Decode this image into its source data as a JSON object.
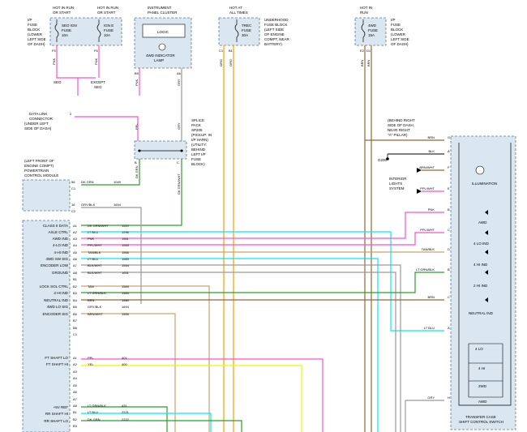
{
  "colors": {
    "pink": "#ff4fd0",
    "cyan": "#00e8ff",
    "orange": "#ff9a00",
    "tan": "#c9a36a",
    "brown": "#996633",
    "green": "#2aa02a",
    "yellow": "#f2f200",
    "gray": "#9a9a9a",
    "blue": "#2e6be6",
    "black": "#000000",
    "box_fill": "#dbe7f0",
    "box_stroke": "#5a7890"
  },
  "labels": {
    "hot_run_start_1": [
      "HOT IN RUN",
      "OR START"
    ],
    "hot_run_start_2": [
      "HOT IN RUN",
      "OR START"
    ],
    "instrument_cluster": [
      "INSTRUMENT",
      "PANEL CLUSTER"
    ],
    "hot_all_times": [
      "HOT AT",
      "ALL TIMES"
    ],
    "underhood_block": [
      "UNDERHOOD",
      "FUSE BLOCK",
      "(LEFT SIDE",
      "OF ENGINE",
      "COMPT, NEAR",
      "BATTERY)"
    ],
    "hot_in_run": [
      "HOT IN",
      "RUN"
    ],
    "ip_fuse_block_1": [
      "I/P",
      "FUSE",
      "BLOCK",
      "(LOWER",
      "LEFT SIDE",
      "OF DASH)"
    ],
    "ip_fuse_block_2": [
      "I/P",
      "FUSE",
      "BLOCK",
      "(LOWER",
      "LEFT SIDE",
      "OF DASH)"
    ],
    "seo_ign_fuse": [
      "SEO IGN",
      "FUSE",
      "10A"
    ],
    "ign_e_fuse": [
      "IGN E",
      "FUSE",
      "10A"
    ],
    "logic": "LOGIC",
    "indicator_lamp": [
      "4WD INDICATOR",
      "LAMP"
    ],
    "trec_fuse": [
      "TREC",
      "FUSE",
      "30A"
    ],
    "fourwd_fuse": [
      "4WD",
      "FUSE",
      "15A"
    ],
    "seo": "SEO",
    "except_seo": [
      "EXCEPT",
      "SEO"
    ],
    "dlc": [
      "DATA LINK",
      "CONNECTOR",
      "(UNDER LEFT",
      "SIDE OF DASH)"
    ],
    "splice_pack": [
      "SPLICE",
      "PACK",
      "SP205",
      "(PICKUP: IN",
      "I/P HARN)",
      "(UTILITY:",
      "BEHIND",
      "LEFT I/P",
      "FUSE",
      "BLOCK)"
    ],
    "pcm": [
      "(LEFT FRONT OF",
      "ENGINE COMPT)",
      "POWERTRAIN",
      "CONTROL MODULE"
    ],
    "behind_dash": [
      "(BEHIND RIGHT",
      "SIDE OF DASH,",
      "NEAR RIGHT",
      "\"A\" PILLAR)"
    ],
    "g200": "G200",
    "interior_lights": [
      "INTERIOR",
      "LIGHTS",
      "SYSTEM"
    ],
    "illumination": "ILLUMINATION",
    "fourwd_led": "AWD",
    "four_lo_ind": "4 LO IND",
    "four_hi_ind": "4 HI IND",
    "two_hi_ind": "2 HI IND",
    "neutral_ind": "NEUTRAL IND",
    "sw_4lo": "4 LO",
    "sw_4hi": "4 HI",
    "sw_2wd": "2WD",
    "sw_awd": "AWD",
    "transfer_case": [
      "TRANSFER CASE",
      "SHIFT CONTROL SWITCH"
    ]
  },
  "module_functions": [
    "CLASS II DATA",
    "AXLE CTRL",
    "AWD IND",
    "4-LO IND",
    "4-HI IND",
    "4WD SW SIG",
    "ENCODER LOW",
    "GROUND",
    "",
    "LOCK SOL CTRL",
    "2-HI IND",
    "NEUTRAL IND",
    "4WD LO SIG",
    "ENCODER SIG",
    "FT SHAFT LO",
    "FT SHAFT HI",
    "+5V REF",
    "RR SHAFT HI",
    "RR SHAFT LO"
  ],
  "wires": [
    {
      "pin": "A1",
      "color": "DK GRN/WHT",
      "circuit": "1133"
    },
    {
      "pin": "A2",
      "color": "LT BLU",
      "circuit": "1296"
    },
    {
      "pin": "A3",
      "color": "PNK",
      "circuit": "1561"
    },
    {
      "pin": "A4",
      "color": "PPL/WHT",
      "circuit": "1565"
    },
    {
      "pin": "A5",
      "color": "TAN/BLK",
      "circuit": "1566"
    },
    {
      "pin": "A6",
      "color": "LT BLU",
      "circuit": "1560"
    },
    {
      "pin": "A7",
      "color": "BLK/WHT",
      "circuit": "1554"
    },
    {
      "pin": "A8",
      "color": "BLK/WHT",
      "circuit": "1651"
    },
    {
      "pin": "B1",
      "color": "",
      "circuit": ""
    },
    {
      "pin": "B2",
      "color": "TAN",
      "circuit": "1569"
    },
    {
      "pin": "B3",
      "color": "LT GRN/BLK",
      "circuit": "1563"
    },
    {
      "pin": "B4",
      "color": "BRN",
      "circuit": "1580"
    },
    {
      "pin": "B5",
      "color": "GRY/BLK",
      "circuit": "1694"
    },
    {
      "pin": "B6",
      "color": "BRN/WHT",
      "circuit": "1555"
    },
    {
      "pin": "B7",
      "color": "",
      "circuit": ""
    },
    {
      "pin": "B8",
      "color": "",
      "circuit": ""
    }
  ],
  "lower_wires": [
    {
      "pin": "A1",
      "color": "PPL",
      "circuit": "401"
    },
    {
      "pin": "A2",
      "color": "YEL",
      "circuit": "400"
    },
    {
      "pin": "A3",
      "color": "",
      "circuit": ""
    },
    {
      "pin": "A4",
      "color": "",
      "circuit": ""
    },
    {
      "pin": "A5",
      "color": "",
      "circuit": ""
    },
    {
      "pin": "A6",
      "color": "",
      "circuit": ""
    },
    {
      "pin": "A7",
      "color": "",
      "circuit": ""
    },
    {
      "pin": "A8",
      "color": "LT GRN/BLK",
      "circuit": "431"
    },
    {
      "pin": "B1",
      "color": "LT BLU",
      "circuit": "2221"
    },
    {
      "pin": "B2",
      "color": "DK GRN",
      "circuit": "2222"
    },
    {
      "pin": "B3",
      "color": "",
      "circuit": ""
    }
  ],
  "pcm_pins": [
    {
      "pin": "58",
      "color": "DK GRN",
      "circuit": "1049"
    },
    {
      "pin": "16",
      "color": "GRY/BLK",
      "circuit": "1694"
    }
  ],
  "right_pins": [
    {
      "color": "BRN",
      "pin": "G"
    },
    {
      "color": "BLK",
      "pin": "A"
    },
    {
      "color": "BRN/WHT",
      "pin": "F"
    },
    {
      "color": "PPL/WHT",
      "pin": "E"
    },
    {
      "color": "PNK",
      "pin": "B"
    },
    {
      "color": "PPL/WHT",
      "pin": "C"
    },
    {
      "color": "TAN/BLK",
      "pin": "D"
    },
    {
      "color": "LT GRN/BLK",
      "pin": "B"
    },
    {
      "color": "BRN",
      "pin": "C"
    },
    {
      "color": "LT BLU",
      "pin": "A"
    },
    {
      "color": "GRY",
      "pin": "H"
    }
  ],
  "top_pins": {
    "pnk1": "PNK",
    "pnk2": "PNK",
    "pnk3": "PNK",
    "gry": "GRY",
    "org1": "ORG",
    "org2": "ORG",
    "brn1": "BRN",
    "brn2": "BRN",
    "ppl": "PPL",
    "dk_grn": "DK GRN",
    "dk_grn_wht": "DK GRN/WHT",
    "gry2": "GRY",
    "f5": "F5",
    "f6": "F6",
    "b9": "B9",
    "a6": "A6",
    "c1a": "C1",
    "b1a": "B1",
    "e2": "E2",
    "d1": "D1",
    "b": "B",
    "c": "C",
    "p2": "2",
    "dlc_pin": "2"
  },
  "connector_ids": {
    "c1": "C1",
    "c2": "C2",
    "c3": "C3",
    "s1": "S1"
  }
}
